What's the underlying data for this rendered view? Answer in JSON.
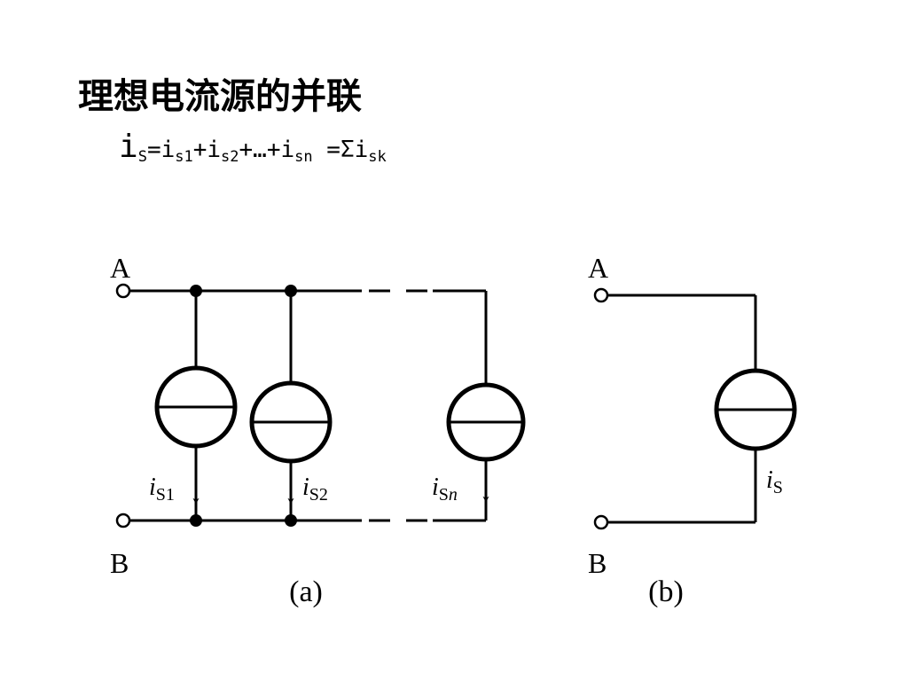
{
  "title": "理想电流源的并联",
  "formula": {
    "lhs": "i",
    "lhs_sub": "S",
    "eq": "=",
    "t1": "i",
    "t1_sub": "s1",
    "plus1": "+",
    "t2": "i",
    "t2_sub": "s2",
    "plus2": "+…+",
    "t3": "i",
    "t3_sub": "sn",
    "eq2": " =",
    "sigma": "Σ",
    "t4": "i",
    "t4_sub": "sk"
  },
  "diagram_a": {
    "terminal_top": "A",
    "terminal_bottom": "B",
    "source1_i": "i",
    "source1_sub": "S1",
    "source2_i": "i",
    "source2_sub": "S2",
    "sourcen_i": "i",
    "sourcen_sub": "S",
    "sourcen_sub_n": "n",
    "caption": "(a)"
  },
  "diagram_b": {
    "terminal_top": "A",
    "terminal_bottom": "B",
    "source_i": "i",
    "source_sub": "S",
    "caption": "(b)"
  }
}
